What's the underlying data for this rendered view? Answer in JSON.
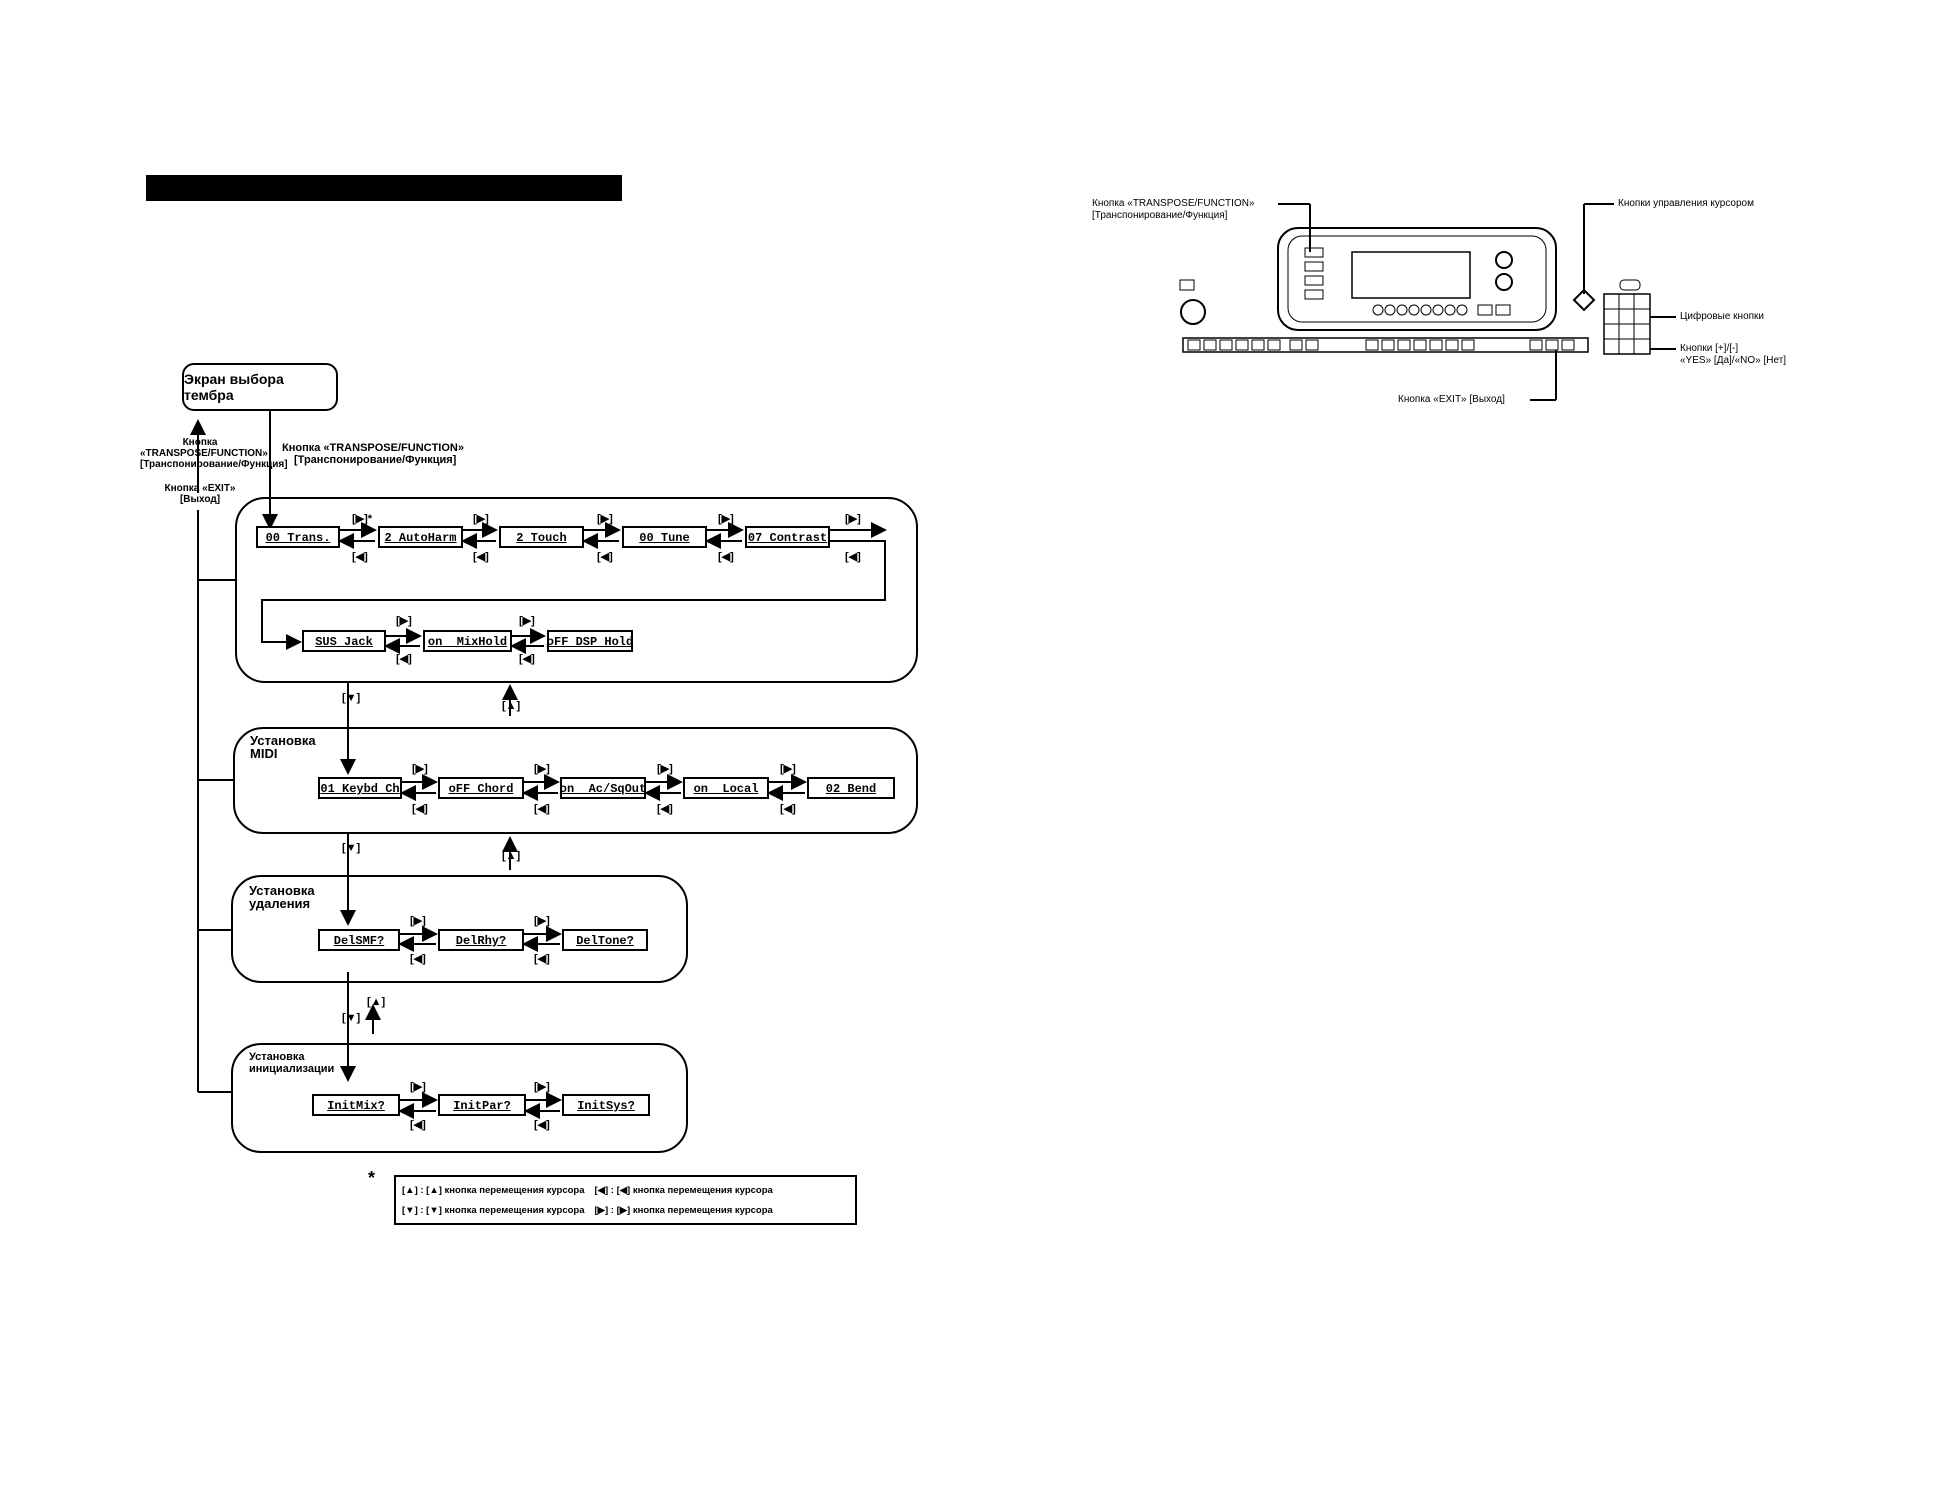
{
  "start_box": "Экран выбора тембра",
  "left_label": {
    "l1": "Кнопка",
    "l2": "«TRANSPOSE/FUNCTION»",
    "l3": "[Транспонирование/Функция]",
    "l4": "Кнопка «EXIT»",
    "l5": "[Выход]"
  },
  "top_label": {
    "l1": "Кнопка «TRANSPOSE/FUNCTION»",
    "l2": "[Транспонирование/Функция]"
  },
  "arrows": {
    "right": "[▶]",
    "right_star": "[▶]*",
    "left": "[◀]",
    "up": "[▲]",
    "down": "[▼]"
  },
  "panel1": {
    "row1": [
      "00 Trans.",
      "2 AutoHarm",
      "2 Touch",
      "00 Tune",
      "07 Contrast"
    ],
    "row2": [
      "SUS Jack",
      "on  MixHold",
      "oFF DSP Hold"
    ]
  },
  "panel2": {
    "title1": "Установка",
    "title2": "MIDI",
    "items": [
      "01 Keybd Ch",
      "oFF Chord",
      "on  Ac/SqOut",
      "on  Local",
      "02 Bend"
    ]
  },
  "panel3": {
    "title1": "Установка",
    "title2": "удаления",
    "items": [
      "DelSMF?",
      "DelRhy?",
      "DelTone?"
    ]
  },
  "panel4": {
    "title1": "Установка",
    "title2": "инициализации",
    "items": [
      "InitMix?",
      "InitPar?",
      "InitSys?"
    ]
  },
  "legend": {
    "star": "*",
    "r1a": "[▲] :  [▲] кнопка перемещения курсора",
    "r1b": "[◀] :  [◀] кнопка перемещения курсора",
    "r2a": "[▼] :  [▼] кнопка перемещения курсора",
    "r2b": "[▶] :  [▶] кнопка перемещения курсора"
  },
  "panel_diagram": {
    "transpose_l1": "Кнопка «TRANSPOSE/FUNCTION»",
    "transpose_l2": "[Транспонирование/Функция]",
    "cursor": "Кнопки управления курсором",
    "digits": "Цифровые кнопки",
    "plusminus_l1": "Кнопки [+]/[-]",
    "plusminus_l2": "«YES» [Да]/«NO» [Нет]",
    "exit": "Кнопка «EXIT» [Выход]"
  }
}
